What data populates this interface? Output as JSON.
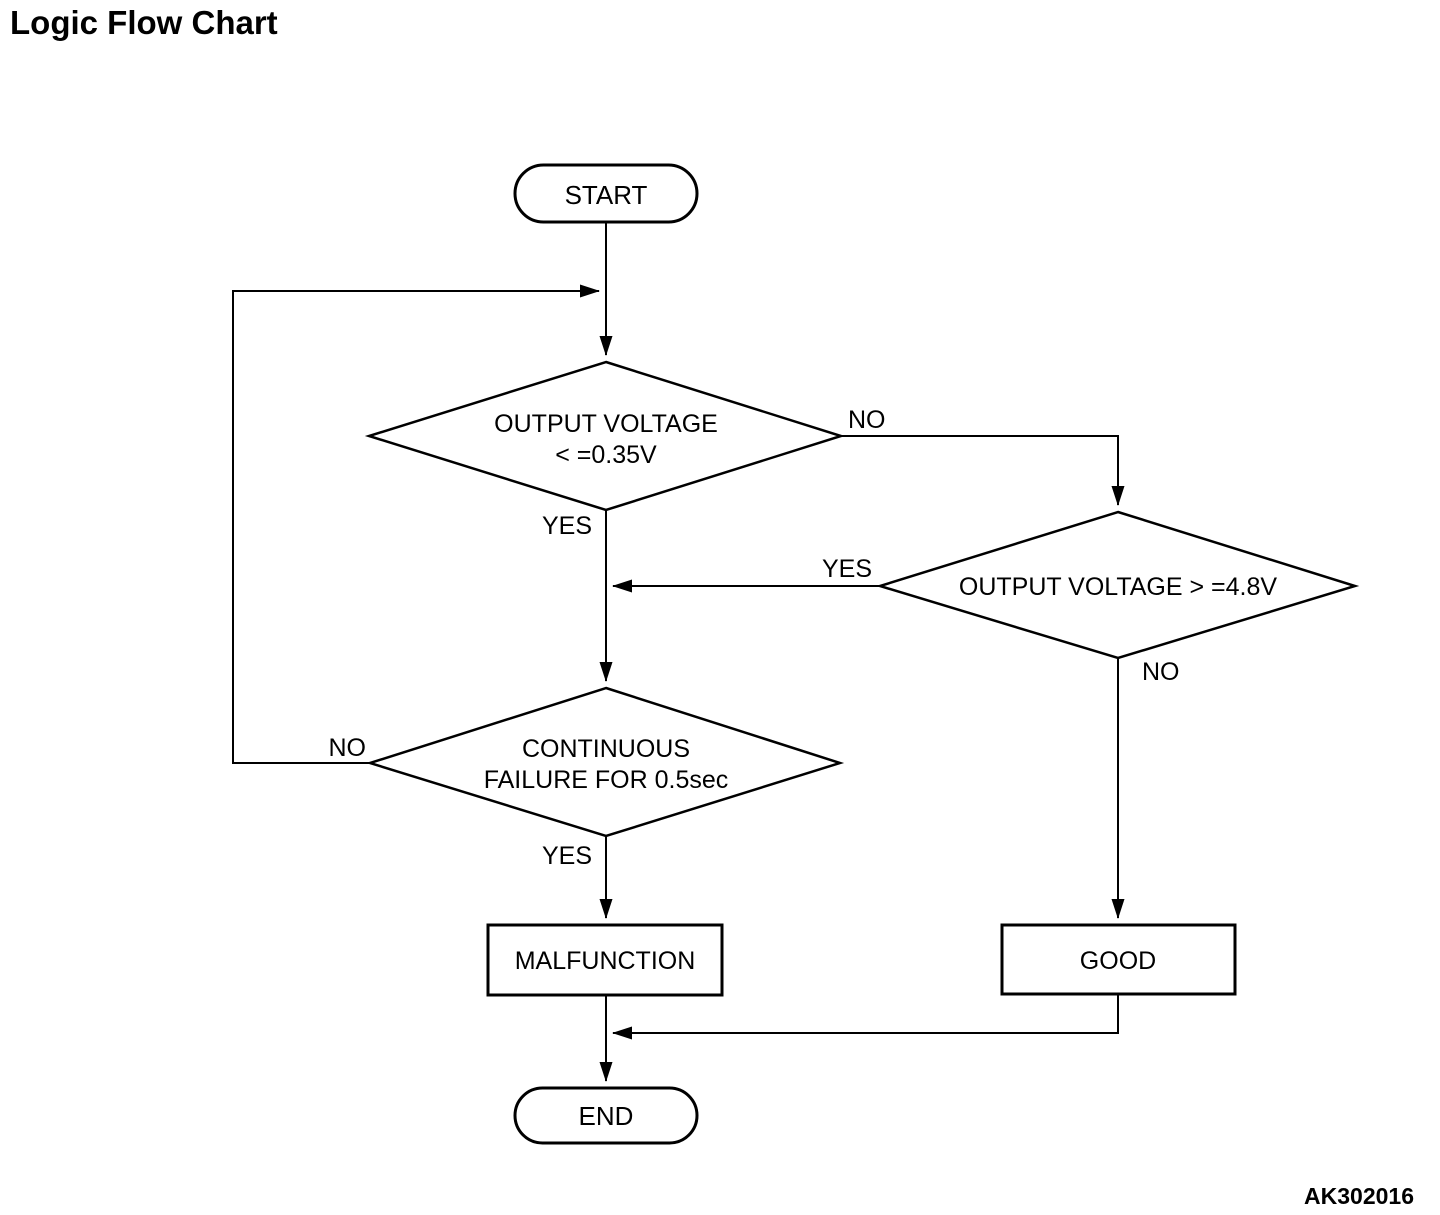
{
  "page": {
    "title": "Logic Flow Chart",
    "figure_code": "AK302016"
  },
  "flowchart": {
    "start": {
      "label": "START"
    },
    "decision_output_low": {
      "line1": "OUTPUT VOLTAGE",
      "line2": "< =0.35V",
      "no_label": "NO",
      "yes_label": "YES"
    },
    "decision_output_high": {
      "label": "OUTPUT VOLTAGE > =4.8V",
      "yes_label": "YES",
      "no_label": "NO"
    },
    "decision_continuous_failure": {
      "line1": "CONTINUOUS",
      "line2": "FAILURE FOR 0.5sec",
      "no_label": "NO",
      "yes_label": "YES"
    },
    "malfunction": {
      "label": "MALFUNCTION"
    },
    "good": {
      "label": "GOOD"
    },
    "end": {
      "label": "END"
    }
  },
  "colors": {
    "line": "#000000",
    "text": "#000000",
    "background": "#ffffff",
    "shape_fill": "#ffffff"
  }
}
